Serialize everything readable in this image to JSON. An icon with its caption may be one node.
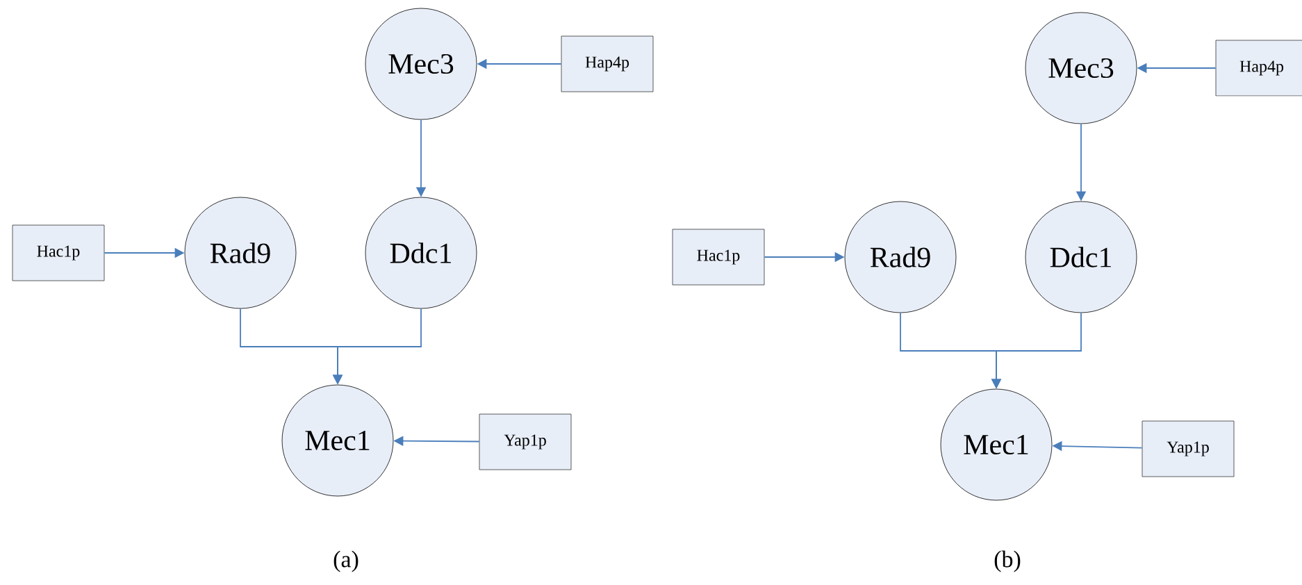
{
  "diagram": {
    "nodes": [
      {
        "text": [
          "Mec3"
        ]
      },
      {
        "text": [
          "Hap4p"
        ]
      },
      {
        "text": [
          "Hac1p"
        ]
      },
      {
        "text": [
          "Rad9"
        ]
      },
      {
        "text": [
          "Ddc1"
        ]
      },
      {
        "text": [
          "Mec1"
        ]
      },
      {
        "text": [
          "Yap1p"
        ]
      },
      {
        "text": [
          "Mec3"
        ]
      },
      {
        "text": [
          "Hap4p"
        ]
      },
      {
        "text": [
          "Hac1p"
        ]
      },
      {
        "text": [
          "Rad9"
        ]
      },
      {
        "text": [
          "Ddc1"
        ]
      },
      {
        "text": [
          "Mec1"
        ]
      },
      {
        "text": [
          "Yap1p"
        ]
      }
    ],
    "edges": [
      {
        "from": 1,
        "to": 0,
        "arrow": "to"
      },
      {
        "from": 0,
        "to": 4,
        "arrow": "to"
      },
      {
        "from": 2,
        "to": 3,
        "arrow": "to"
      },
      {
        "from": 3,
        "to": 5,
        "arrow": "to"
      },
      {
        "from": 4,
        "to": 5,
        "arrow": "to"
      },
      {
        "from": 6,
        "to": 5,
        "arrow": "to"
      },
      {
        "from": 8,
        "to": 7,
        "arrow": "to"
      },
      {
        "from": 7,
        "to": 11,
        "arrow": "to"
      },
      {
        "from": 9,
        "to": 10,
        "arrow": "to"
      },
      {
        "from": 10,
        "to": 12,
        "arrow": "to"
      },
      {
        "from": 11,
        "to": 12,
        "arrow": "to"
      },
      {
        "from": 13,
        "to": 12,
        "arrow": "to"
      }
    ],
    "labels": [
      "(a)",
      "(b)"
    ]
  }
}
